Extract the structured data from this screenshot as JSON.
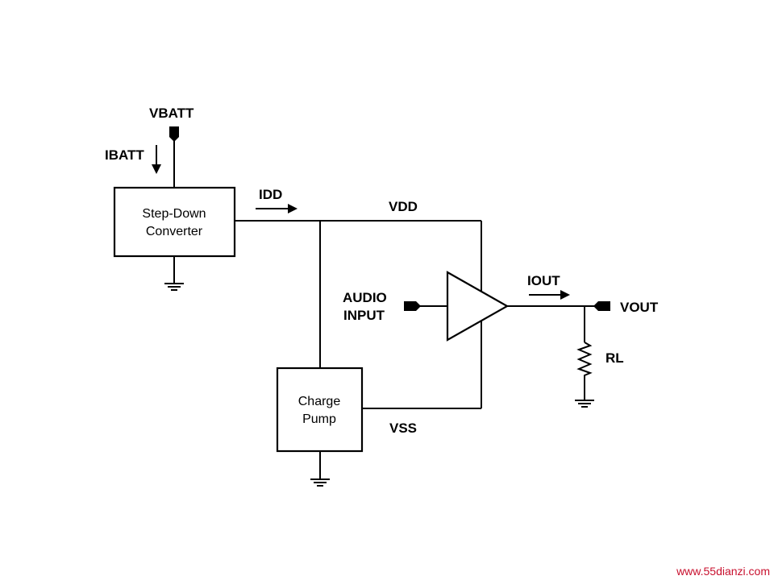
{
  "labels": {
    "vbatt": "VBATT",
    "ibatt": "IBATT",
    "idd": "IDD",
    "vdd": "VDD",
    "audio_line1": "AUDIO",
    "audio_line2": "INPUT",
    "iout": "IOUT",
    "vout": "VOUT",
    "rl": "RL",
    "vss": "VSS"
  },
  "blocks": {
    "step_down_line1": "Step-Down",
    "step_down_line2": "Converter",
    "charge_pump_line1": "Charge",
    "charge_pump_line2": "Pump"
  },
  "watermark": "www.55dianzi.com",
  "colors": {
    "ink": "#000000",
    "watermark": "#c8102e"
  },
  "icons": [
    "ground-icon",
    "terminal-icon",
    "current-arrow-icon",
    "resistor-icon",
    "op-amp-icon"
  ]
}
